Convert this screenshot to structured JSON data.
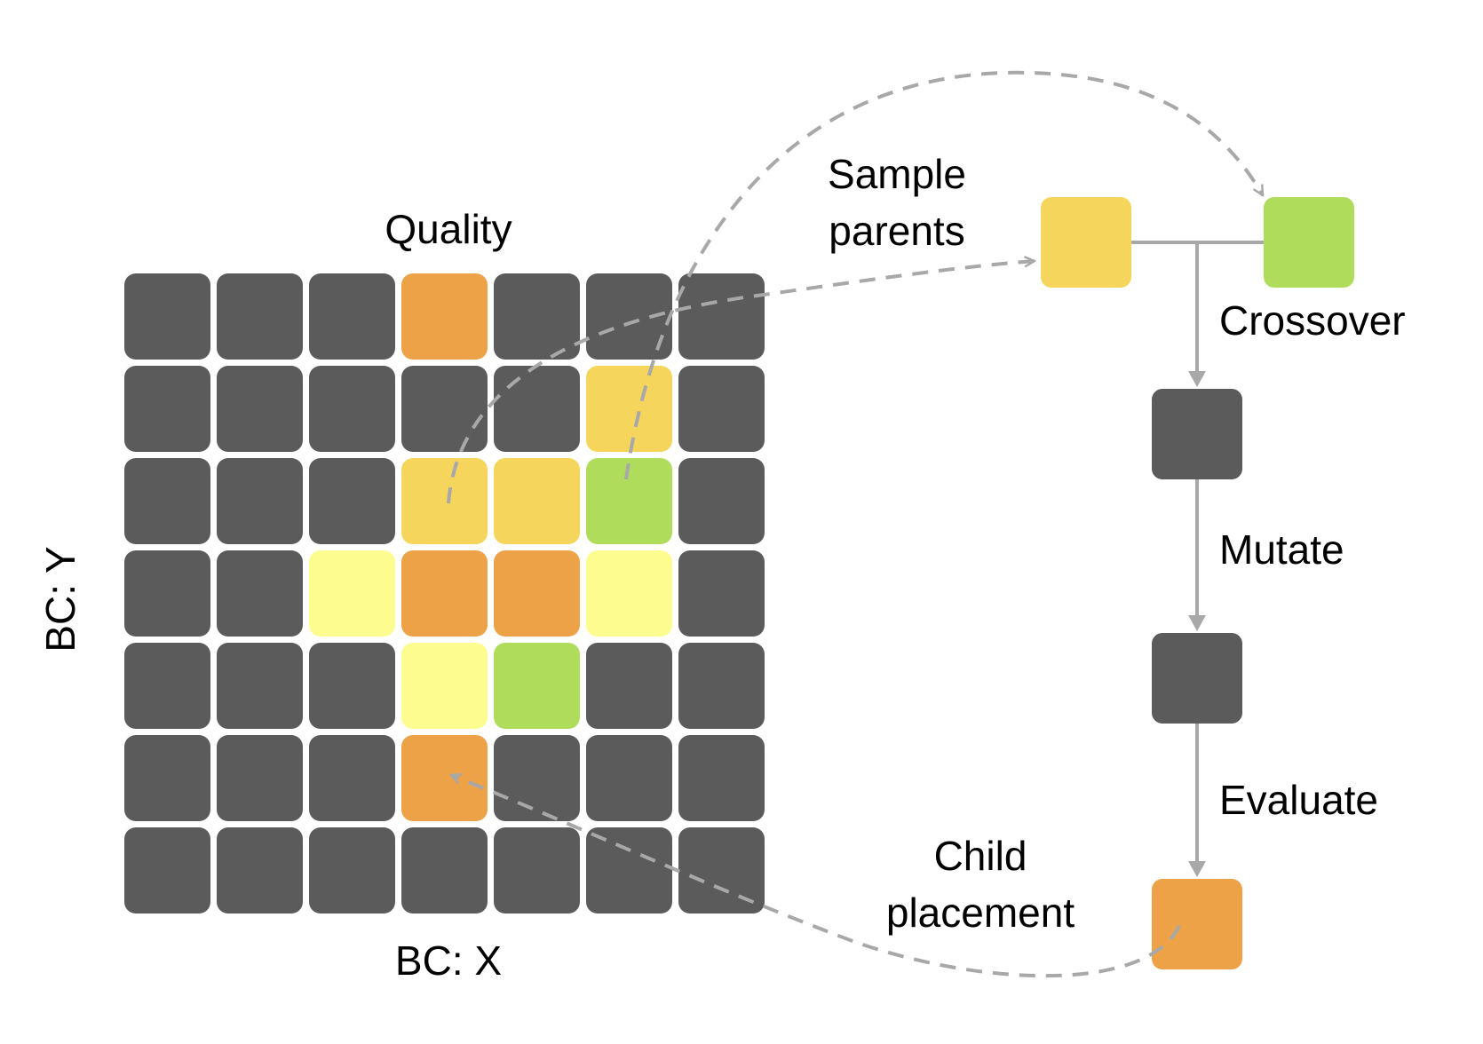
{
  "colors": {
    "empty": "#5b5b5b",
    "orange": "#eea247",
    "gold": "#f6d55c",
    "lightyellow": "#fdfd8f",
    "green": "#b0dc5c",
    "connector": "#a8a8a8"
  },
  "grid": {
    "title": "Quality",
    "x_axis_label": "BC: X",
    "y_axis_label": "BC: Y",
    "rows": [
      [
        "empty",
        "empty",
        "empty",
        "orange",
        "empty",
        "empty",
        "empty"
      ],
      [
        "empty",
        "empty",
        "empty",
        "empty",
        "empty",
        "gold",
        "empty"
      ],
      [
        "empty",
        "empty",
        "empty",
        "gold",
        "gold",
        "green",
        "empty"
      ],
      [
        "empty",
        "empty",
        "lightyellow",
        "orange",
        "orange",
        "lightyellow",
        "empty"
      ],
      [
        "empty",
        "empty",
        "empty",
        "lightyellow",
        "green",
        "empty",
        "empty"
      ],
      [
        "empty",
        "empty",
        "empty",
        "orange",
        "empty",
        "empty",
        "empty"
      ],
      [
        "empty",
        "empty",
        "empty",
        "empty",
        "empty",
        "empty",
        "empty"
      ]
    ]
  },
  "pipeline": {
    "sample_parents_line1": "Sample",
    "sample_parents_line2": "parents",
    "crossover": "Crossover",
    "mutate": "Mutate",
    "evaluate": "Evaluate",
    "child_placement_line1": "Child",
    "child_placement_line2": "placement",
    "parent_a_color": "gold",
    "parent_b_color": "green",
    "offspring_color": "empty",
    "mutated_color": "empty",
    "evaluated_color": "orange"
  }
}
